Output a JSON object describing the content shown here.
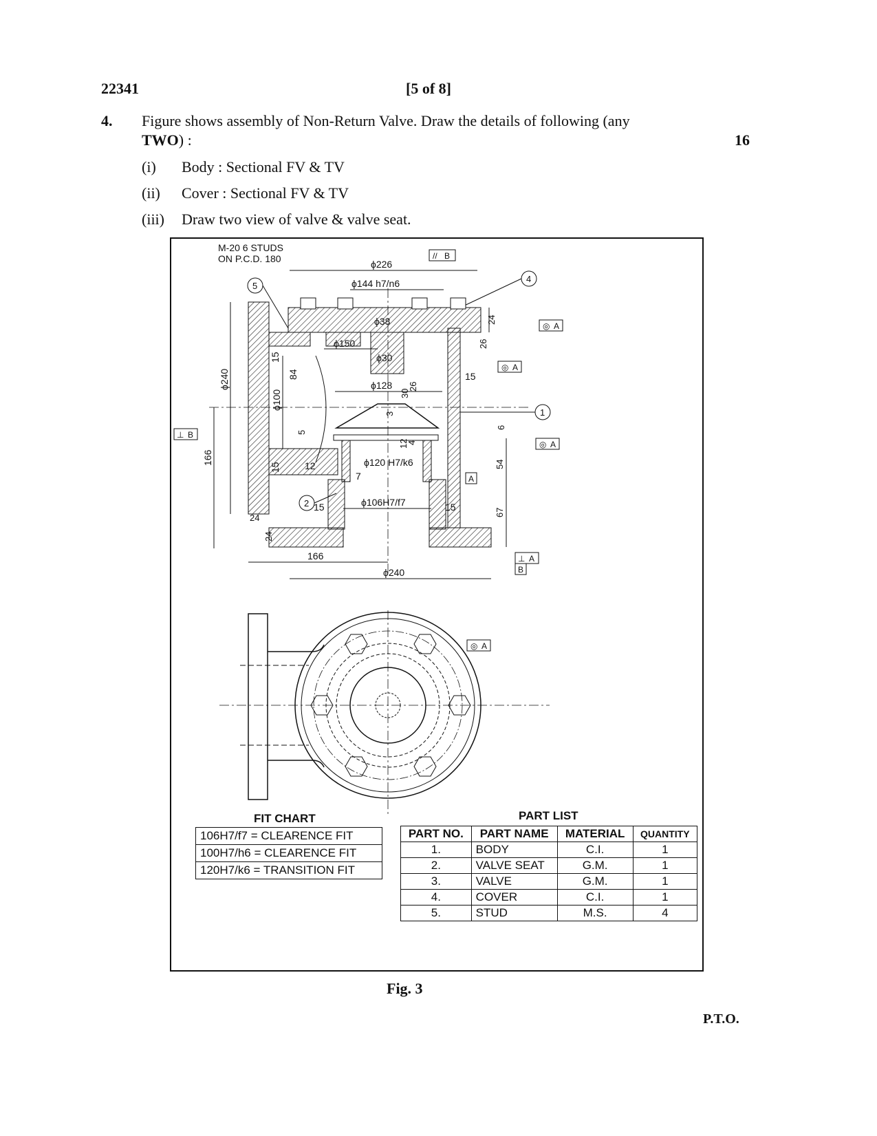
{
  "header": {
    "code": "22341",
    "page": "[5 of 8]"
  },
  "question": {
    "number": "4.",
    "text_part1": "Figure shows assembly of Non-Return Valve. Draw the details of following (any",
    "text_bold": "TWO",
    "text_part2": ") :",
    "marks": "16",
    "items": [
      {
        "num": "(i)",
        "text": "Body : Sectional FV & TV"
      },
      {
        "num": "(ii)",
        "text": "Cover : Sectional FV & TV"
      },
      {
        "num": "(iii)",
        "text": "Draw two view of valve & valve seat."
      }
    ]
  },
  "drawing": {
    "stud_note_1": "M-20 6 STUDS",
    "stud_note_2": "ON P.C.D. 180",
    "dims": {
      "d226": "ϕ226",
      "d144": "ϕ144 h7/n6",
      "d38": "ϕ38",
      "d150": "ϕ150",
      "d30": "ϕ30",
      "d128": "ϕ128",
      "d240v": "ϕ240",
      "d100": "ϕ100",
      "d120": "ϕ120 H7/k6",
      "d106": "ϕ106H7/f7",
      "d240h": "ϕ240",
      "v166": "166",
      "h166": "166",
      "n84": "84",
      "n15a": "15",
      "n15b": "15",
      "n15c": "15",
      "n15d": "15",
      "n15e": "15",
      "n24a": "24",
      "n24b": "24",
      "n24c": "24",
      "n26a": "26",
      "n26b": "26",
      "n30": "30",
      "n3": "3",
      "n12a": "12",
      "n12b": "12",
      "n4": "4",
      "n5": "5",
      "n6": "6",
      "n7": "7",
      "n54": "54",
      "n67": "67"
    },
    "balloons": [
      "1",
      "2",
      "4",
      "5"
    ],
    "datum_A": "A",
    "datum_B": "B"
  },
  "fit_chart": {
    "title": "FIT CHART",
    "rows": [
      "106H7/f7 = CLEARENCE FIT",
      "100H7/h6 = CLEARENCE FIT",
      "120H7/k6 = TRANSITION FIT"
    ]
  },
  "part_list": {
    "title": "PART LIST",
    "headers": [
      "PART NO.",
      "PART NAME",
      "MATERIAL",
      "QUANTITY"
    ],
    "rows": [
      [
        "1.",
        "BODY",
        "C.I.",
        "1"
      ],
      [
        "2.",
        "VALVE SEAT",
        "G.M.",
        "1"
      ],
      [
        "3.",
        "VALVE",
        "G.M.",
        "1"
      ],
      [
        "4.",
        "COVER",
        "C.I.",
        "1"
      ],
      [
        "5.",
        "STUD",
        "M.S.",
        "4"
      ]
    ]
  },
  "caption": "Fig. 3",
  "footer": "P.T.O."
}
